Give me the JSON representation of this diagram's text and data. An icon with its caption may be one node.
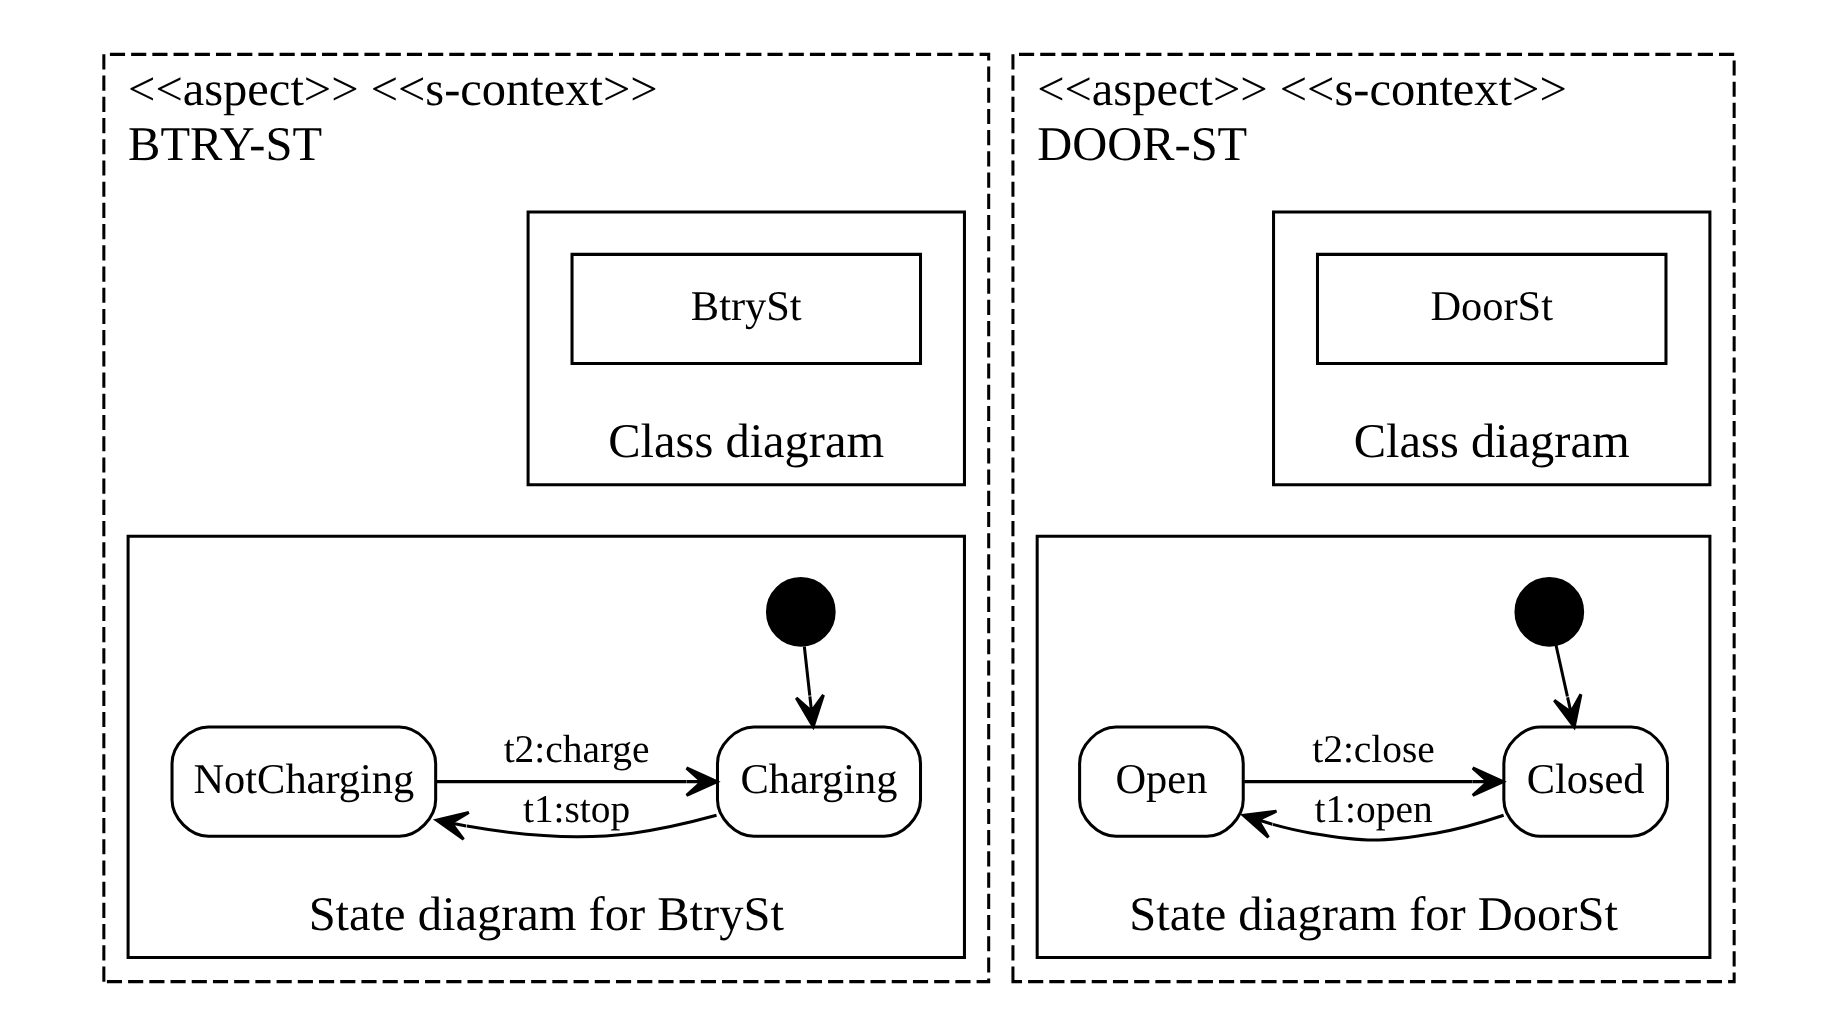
{
  "diagram": {
    "nodes": [
      {
        "text": [
          "<<aspect>> <<s-context>>",
          "BTRY-ST"
        ]
      },
      {
        "text": [
          "Class diagram"
        ],
        "in": 0
      },
      {
        "text": [
          "BtrySt"
        ],
        "in": 1
      },
      {
        "text": [
          "State diagram for BtrySt"
        ],
        "in": 0
      },
      {
        "text": [],
        "shape": "circle",
        "in": 3
      },
      {
        "text": [
          "Charging"
        ],
        "in": 3
      },
      {
        "text": [
          "NotCharging"
        ],
        "in": 3
      },
      {
        "text": [
          "<<aspect>> <<s-context>>",
          "DOOR-ST"
        ]
      },
      {
        "text": [
          "Class diagram"
        ],
        "in": 7
      },
      {
        "text": [
          "DoorSt"
        ],
        "in": 8
      },
      {
        "text": [
          "State diagram for DoorSt"
        ],
        "in": 7
      },
      {
        "text": [],
        "shape": "circle",
        "in": 10
      },
      {
        "text": [
          "Closed"
        ],
        "in": 10
      },
      {
        "text": [
          "Open"
        ],
        "in": 10
      }
    ],
    "edges": [
      {
        "from": 4,
        "to": 5,
        "arrow": "to"
      },
      {
        "from": 5,
        "to": 6,
        "arrow": "to",
        "label": "t1:stop"
      },
      {
        "from": 6,
        "to": 5,
        "arrow": "to",
        "label": "t2:charge"
      },
      {
        "from": 11,
        "to": 12,
        "arrow": "to"
      },
      {
        "from": 12,
        "to": 13,
        "arrow": "to",
        "label": "t1:open"
      },
      {
        "from": 13,
        "to": 12,
        "arrow": "to",
        "label": "t2:close"
      }
    ]
  }
}
